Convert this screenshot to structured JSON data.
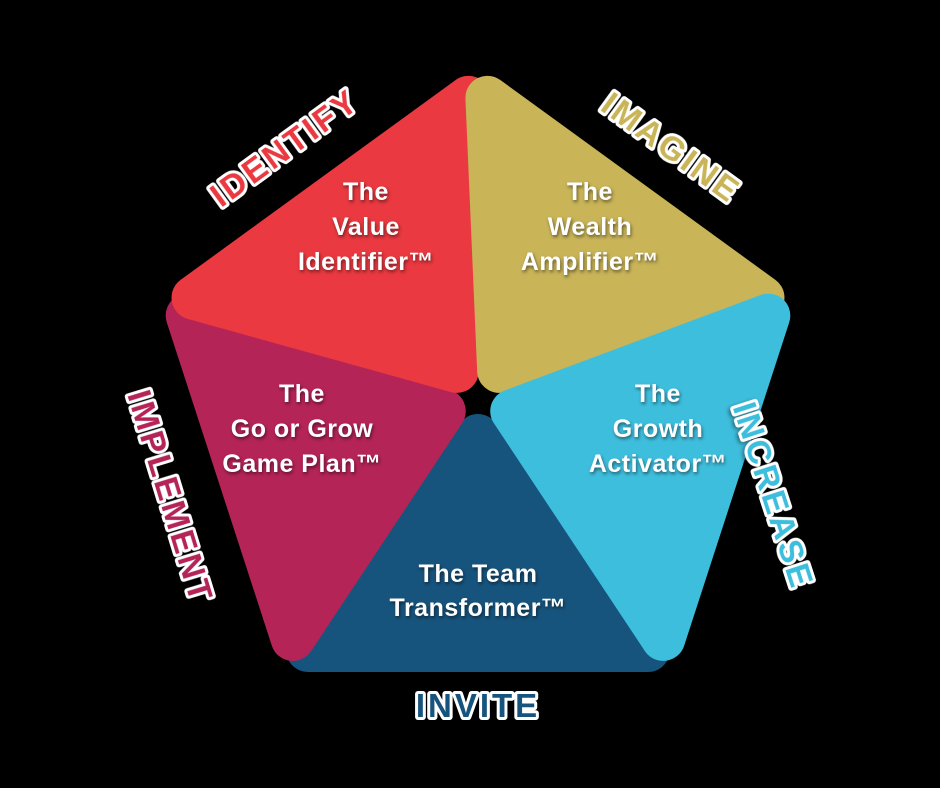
{
  "background_color": "#000000",
  "inner_text_color": "#FFFFFF",
  "label_outline_color": "#FFFFFF",
  "segments": [
    {
      "id": "identify",
      "outer_label": "IDENTIFY",
      "color": "#EA3940",
      "lines": [
        "The",
        "Value",
        "Identifier™"
      ]
    },
    {
      "id": "imagine",
      "outer_label": "IMAGINE",
      "color": "#C9B458",
      "lines": [
        "The",
        "Wealth",
        "Amplifier™"
      ]
    },
    {
      "id": "increase",
      "outer_label": "INCREASE",
      "color": "#3EBEDD",
      "lines": [
        "The",
        "Growth",
        "Activator™"
      ]
    },
    {
      "id": "invite",
      "outer_label": "INVITE",
      "color": "#17547D",
      "lines": [
        "The Team",
        "Transformer™"
      ]
    },
    {
      "id": "implement",
      "outer_label": "IMPLEMENT",
      "color": "#B52457",
      "lines": [
        "The",
        "Go or Grow",
        "Game Plan™"
      ]
    }
  ]
}
